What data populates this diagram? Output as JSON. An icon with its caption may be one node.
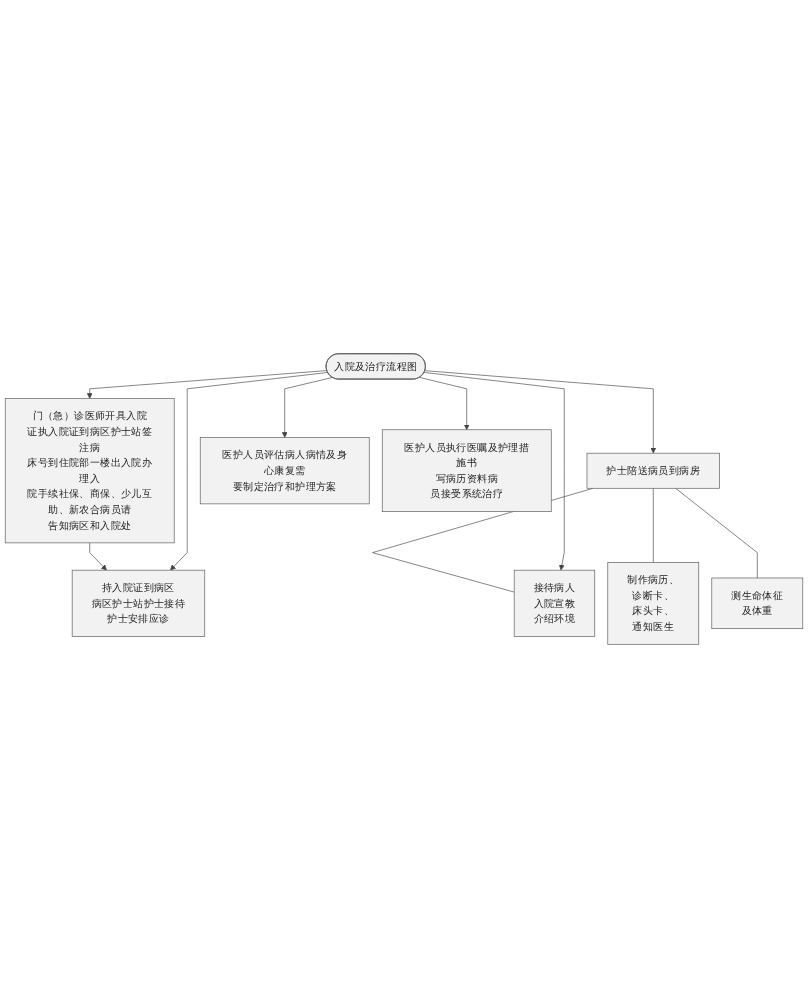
{
  "diagram": {
    "nodes": [
      {
        "text": [
          "入院及治疗流程图"
        ]
      },
      {
        "text": [
          "门（急）诊医师开具入院证执入院证到病区护士站签注病床号到住院部一楼出入院办理入院手续社保、商保、少儿互助、新农合病员请告知病区和入院处"
        ]
      },
      {
        "text": [
          "持入院证到病区病区护士站护士接待护士安排应诊"
        ]
      },
      {
        "text": [
          "护士陪送病员到病房"
        ]
      },
      {
        "text": [
          "接待病人入院宣教介绍环境"
        ]
      },
      {
        "text": [
          "制作病历、诊断卡、床头卡、通知医生"
        ]
      },
      {
        "text": [
          "测生命体征及体重"
        ]
      },
      {
        "text": [
          "医护人员评估病人病情及身心康复需要制定治疗和护理方案"
        ]
      },
      {
        "text": [
          "医护人员执行医嘱及护理措施书写病历资料病员接受系统治疗"
        ]
      }
    ],
    "edges": [
      {
        "from": 0,
        "to": 1,
        "arrow": "to"
      },
      {
        "from": 1,
        "to": 2,
        "arrow": "to"
      },
      {
        "from": 0,
        "to": 2,
        "arrow": "to"
      },
      {
        "from": 0,
        "to": 3,
        "arrow": "to"
      },
      {
        "from": 3,
        "to": 4,
        "arrow": "none"
      },
      {
        "from": 3,
        "to": 5,
        "arrow": "none"
      },
      {
        "from": 3,
        "to": 6,
        "arrow": "none"
      },
      {
        "from": 0,
        "to": 4,
        "arrow": "to"
      },
      {
        "from": 0,
        "to": 7,
        "arrow": "to"
      },
      {
        "from": 0,
        "to": 8,
        "arrow": "to"
      }
    ]
  }
}
